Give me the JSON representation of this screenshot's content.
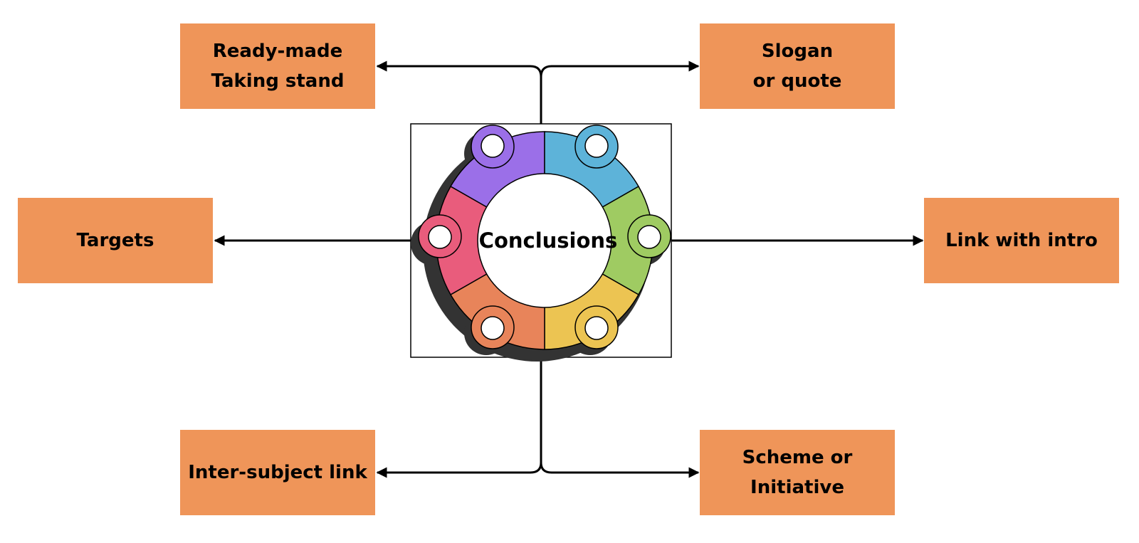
{
  "center": {
    "label": "Conclusions"
  },
  "nodes": {
    "top_left": {
      "line1": "Ready-made",
      "line2": "Taking stand"
    },
    "top_right": {
      "line1": "Slogan",
      "line2": "or quote"
    },
    "middle_left": {
      "line1": "Targets"
    },
    "middle_right": {
      "line1": "Link with intro"
    },
    "bottom_left": {
      "line1": "Inter-subject link"
    },
    "bottom_right": {
      "line1": "Scheme or",
      "line2": "Initiative"
    }
  },
  "colors": {
    "box_fill": "#ef9559",
    "segment_purple": "#9b6fe8",
    "segment_blue": "#5db3d9",
    "segment_green": "#9fcb62",
    "segment_yellow": "#ecc452",
    "segment_orange": "#e8845a",
    "segment_pink": "#e95c7c",
    "shadow": "#333333",
    "connector": "#000000"
  }
}
